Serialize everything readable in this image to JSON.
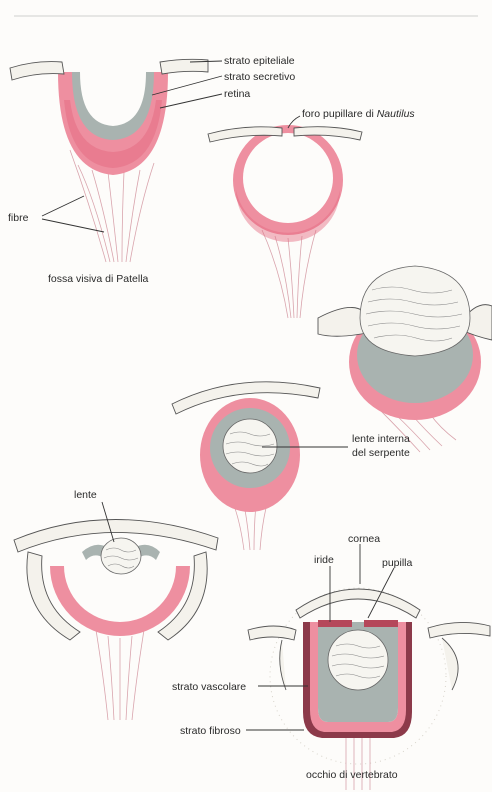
{
  "labels": {
    "strato_epiteliale": "strato epiteliale",
    "strato_secretivo": "strato secretivo",
    "retina": "retina",
    "fibre": "fibre",
    "foro_pupillare_prefix": "foro pupillare di ",
    "foro_pupillare_italic": "Nautilus",
    "lente_interna": "lente interna",
    "del_serpente": "del serpente",
    "lente": "lente",
    "cornea": "cornea",
    "iride": "iride",
    "pupilla": "pupilla",
    "strato_vascolare": "strato vascolare",
    "strato_fibroso": "strato fibroso"
  },
  "captions": {
    "patella": "fossa visiva di Patella",
    "vertebrato": "occhio di vertebrato"
  },
  "colors": {
    "pink": "#ee8fa0",
    "gray": "#a9b3b0",
    "dark_red": "#b5475a"
  }
}
